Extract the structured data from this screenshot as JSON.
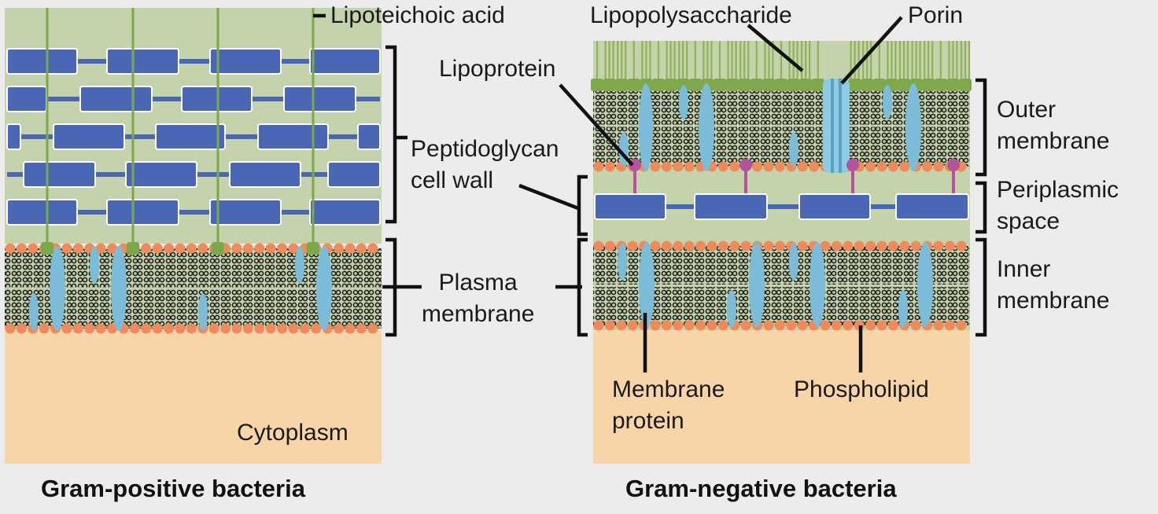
{
  "labels": {
    "lipoteichoic_acid": "Lipoteichoic acid",
    "lipopolysaccharide": "Lipopolysaccharide",
    "porin": "Porin",
    "lipoprotein": "Lipoprotein",
    "peptidoglycan": "Peptidoglycan\ncell wall",
    "outer_membrane": "Outer\nmembrane",
    "periplasmic_space": "Periplasmic\nspace",
    "inner_membrane": "Inner\nmembrane",
    "plasma_membrane": "Plasma\nmembrane",
    "membrane_protein": "Membrane\nprotein",
    "phospholipid": "Phospholipid",
    "cytoplasm": "Cytoplasm"
  },
  "titles": {
    "gram_positive": "Gram-positive bacteria",
    "gram_negative": "Gram-negative bacteria"
  },
  "colors": {
    "background": "#ececec",
    "wall_green": "#c5d3ac",
    "cytoplasm": "#f7d5a8",
    "peptidoglycan": "#4a67b5",
    "phospholipid_head": "#ef8a5a",
    "membrane_protein": "#7dbcd9",
    "lipoteichoic_acid": "#7aa84a",
    "lipoprotein": "#b4549f",
    "porin": "#8ccbe4",
    "leader_line": "#111111"
  }
}
